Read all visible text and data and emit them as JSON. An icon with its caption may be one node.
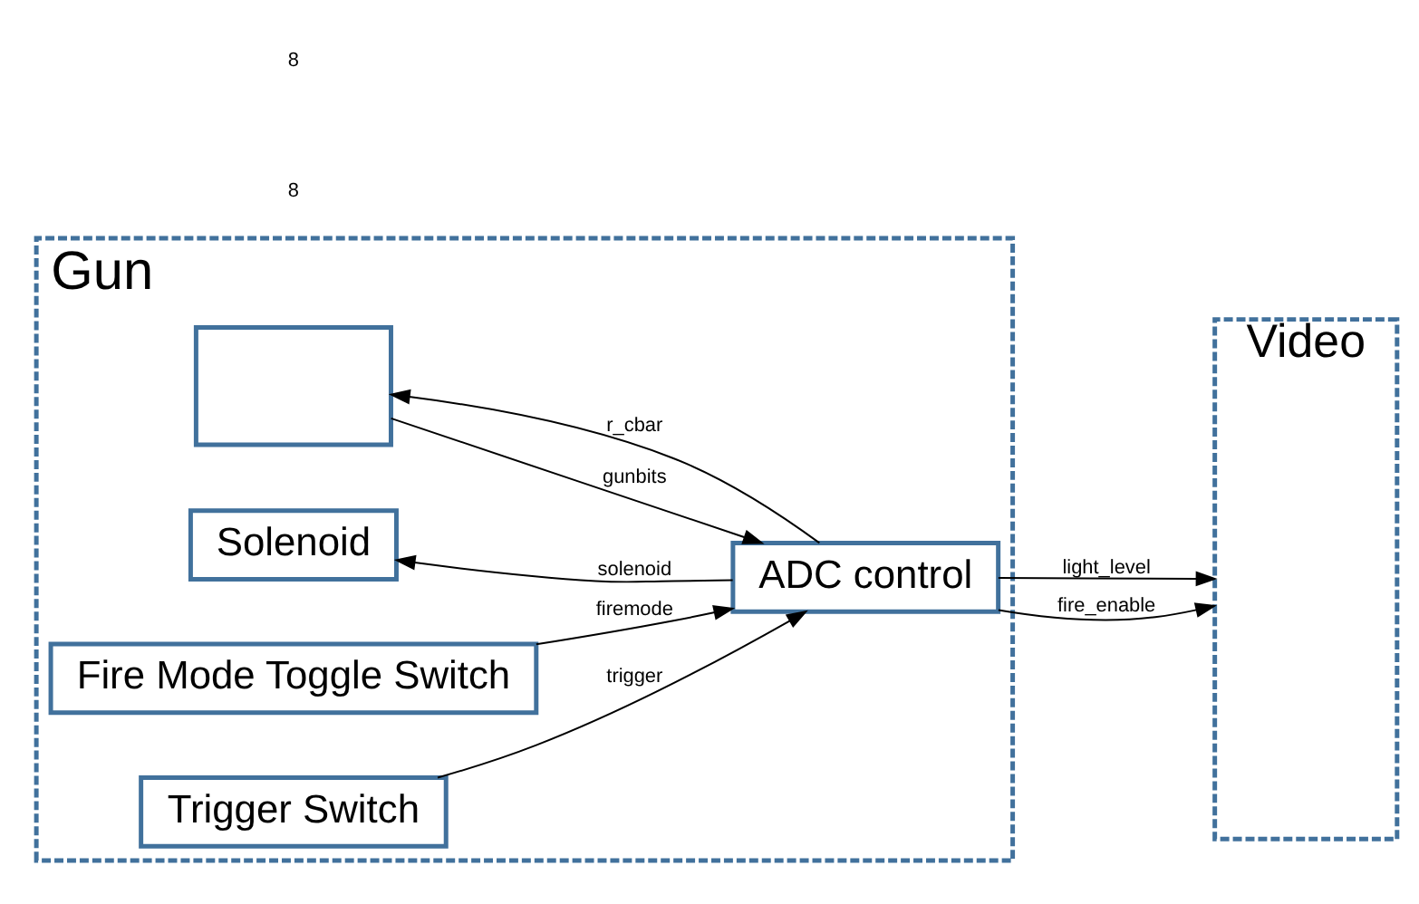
{
  "diagram": {
    "nodes": [
      {
        "text": [
          "Gun"
        ]
      },
      {
        "text": [],
        "shape": "box",
        "in": 0
      },
      {
        "text": [
          "ADC control"
        ],
        "in": 0
      },
      {
        "text": [
          "Solenoid"
        ],
        "in": 0
      },
      {
        "text": [
          "Fire Mode Toggle Switch"
        ],
        "in": 0
      },
      {
        "text": [
          "Trigger Switch"
        ],
        "in": 0
      },
      {
        "text": [
          "Video"
        ]
      }
    ],
    "edges": [
      {
        "from": 1,
        "to": 2,
        "arrow": "to",
        "label": "gunbits"
      },
      {
        "from": 2,
        "to": 1,
        "arrow": "to",
        "label": "r_cbar"
      },
      {
        "from": 2,
        "to": 3,
        "arrow": "to",
        "label": "solenoid"
      },
      {
        "from": 4,
        "to": 2,
        "arrow": "to",
        "label": "firemode"
      },
      {
        "from": 5,
        "to": 2,
        "arrow": "to",
        "label": "trigger"
      },
      {
        "from": 2,
        "to": 6,
        "arrow": "to",
        "label": "light_level"
      },
      {
        "from": 2,
        "to": 6,
        "arrow": "to",
        "label": "fire_enable"
      }
    ],
    "labels": [
      "8",
      "8"
    ]
  }
}
